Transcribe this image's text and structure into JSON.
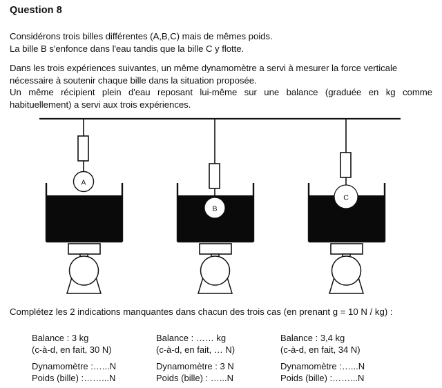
{
  "page": {
    "title": "Question 8"
  },
  "intro": {
    "line1": "Considérons trois billes différentes (A,B,C) mais de mêmes poids.",
    "line2": "La bille B s'enfonce dans l'eau tandis que la bille C y flotte."
  },
  "setup": {
    "line1": "Dans les trois expériences suivantes, un même dynamomètre a servi à mesurer la force verticale",
    "line2": "nécessaire à soutenir chaque bille dans la situation proposée.",
    "line3": "Un même récipient plein d'eau reposant lui-même sur une balance (graduée en kg comme",
    "line4": "habituellement) a servi aux trois expériences."
  },
  "instruction": {
    "text": "Complétez les 2 indications manquantes dans chacun des trois cas (en prenant g = 10 N / kg) :"
  },
  "diagram": {
    "support_bar_label": "support-bar",
    "experiments": [
      {
        "ball_label": "A",
        "ball_state": "above-water",
        "dynamometer_label": "dynamometer-a",
        "container_label": "water-container-a",
        "scale_label": "balance-scale-a"
      },
      {
        "ball_label": "B",
        "ball_state": "submerged",
        "dynamometer_label": "dynamometer-b",
        "container_label": "water-container-b",
        "scale_label": "balance-scale-b"
      },
      {
        "ball_label": "C",
        "ball_state": "floating",
        "dynamometer_label": "dynamometer-c",
        "container_label": "water-container-c",
        "scale_label": "balance-scale-c"
      }
    ]
  },
  "answers": {
    "columns": [
      {
        "balance": "Balance : 3 kg",
        "balance_newtons": "(c-à-d, en fait, 30 N)",
        "dynamometre": "Dynamomètre :…...N",
        "poids": "Poids (bille) :……...N"
      },
      {
        "balance": "Balance : …… kg",
        "balance_newtons": "(c-à-d, en fait, … N)",
        "dynamometre": "Dynamomètre : 3 N",
        "poids": "Poids (bille) : …...N"
      },
      {
        "balance": "Balance : 3,4 kg",
        "balance_newtons": "(c-à-d, en fait, 34 N)",
        "dynamometre": "Dynamomètre :…...N",
        "poids": "Poids (bille) :……...N"
      }
    ]
  },
  "colors": {
    "water": "#0a0a0a",
    "ink": "#111111",
    "paper": "#ffffff"
  }
}
